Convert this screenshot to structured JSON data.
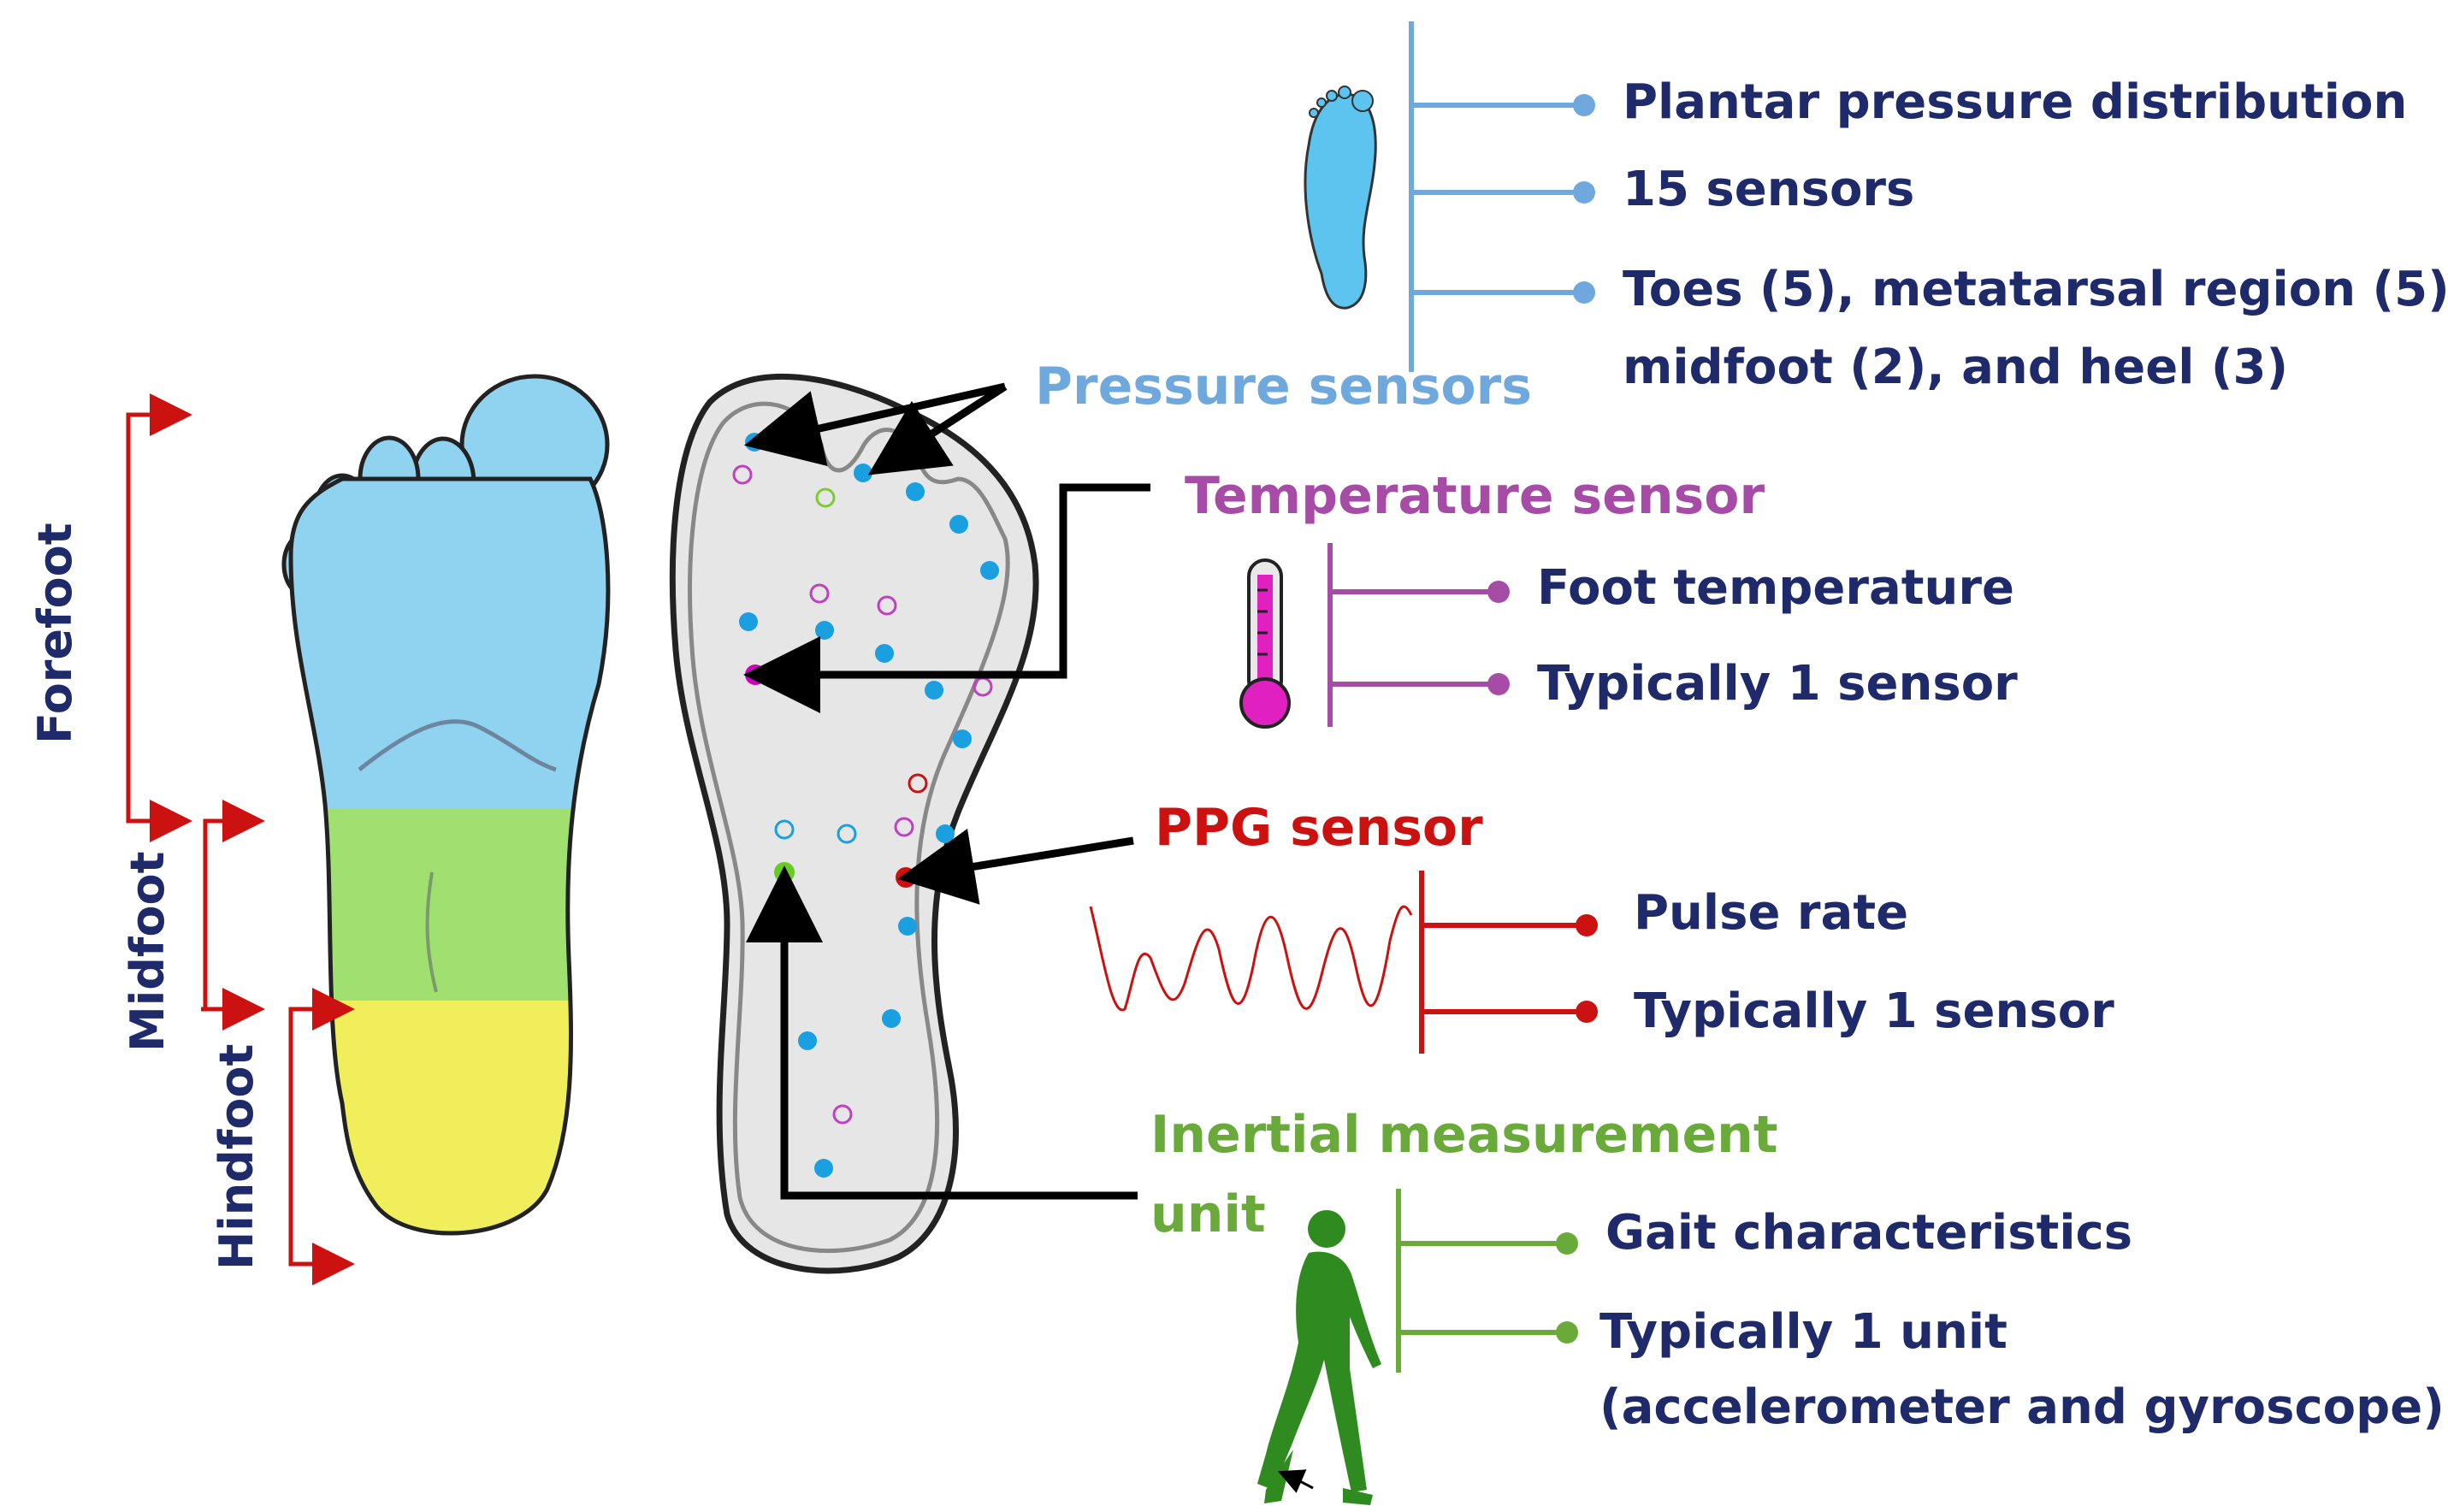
{
  "colors": {
    "pressure": "#6fa8dc",
    "temperature": "#a64ca6",
    "ppg": "#cc1111",
    "imu": "#6aaa3a",
    "navy": "#1f2a6b",
    "bracket": "#cc1111",
    "forefoot_fill": "#8fd3f0",
    "midfoot_fill": "#a0e070",
    "hindfoot_fill": "#f0ee5a",
    "insole_fill": "#e6e6e6",
    "dot_blue": "#1aa0e0"
  },
  "regions": {
    "forefoot": "Forefoot",
    "midfoot": "Midfoot",
    "hindfoot": "Hindfoot"
  },
  "pressure": {
    "title": "Pressure sensors",
    "icon": "foot-icon",
    "items": [
      "Plantar pressure distribution",
      "15 sensors",
      "Toes (5), metatarsal region (5),",
      "midfoot (2), and heel (3)"
    ]
  },
  "temperature": {
    "title": "Temperature sensor",
    "icon": "thermometer-icon",
    "items": [
      "Foot temperature",
      "Typically 1 sensor"
    ]
  },
  "ppg": {
    "title": "PPG sensor",
    "icon": "pulse-wave-icon",
    "items": [
      "Pulse rate",
      "Typically 1 sensor"
    ]
  },
  "imu": {
    "title_line1": "Inertial measurement",
    "title_line2": "unit",
    "icon": "walking-person-icon",
    "items": [
      "Gait characteristics",
      "Typically 1 unit",
      "(accelerometer and gyroscope)"
    ]
  }
}
